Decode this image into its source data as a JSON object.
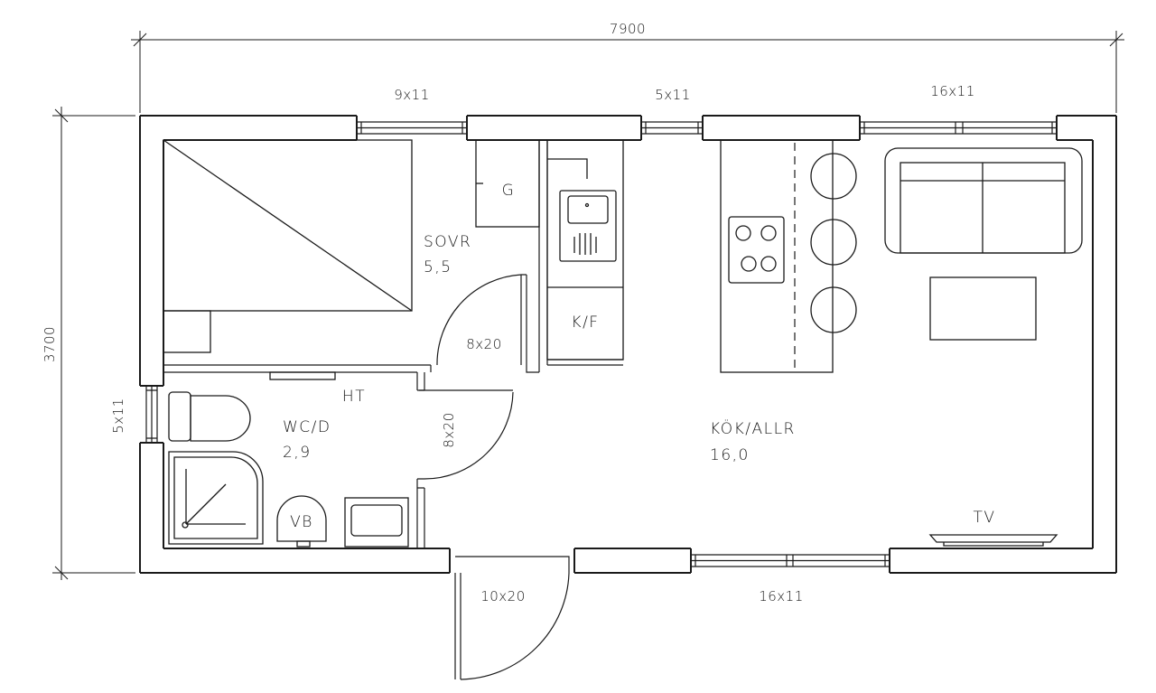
{
  "dimensions": {
    "overall_width": "7900",
    "overall_depth": "3700"
  },
  "rooms": {
    "bedroom": {
      "name": "SOVR",
      "area": "5,5"
    },
    "wc_shower": {
      "name": "WC/D",
      "area": "2,9"
    },
    "kitchen_living": {
      "name": "KÖK/ALLR",
      "area": "16,0"
    }
  },
  "windows": {
    "top_left": "9x11",
    "top_middle": "5x11",
    "top_right": "16x11",
    "left_side": "5x11",
    "bottom": "16x11"
  },
  "doors": {
    "bedroom": "8x20",
    "wc": "8x20",
    "entrance": "10x20"
  },
  "fixtures": {
    "wardrobe": "G",
    "fridge_freezer": "K/F",
    "hat_shelf": "HT",
    "washbasin": "VB",
    "tv": "TV"
  }
}
